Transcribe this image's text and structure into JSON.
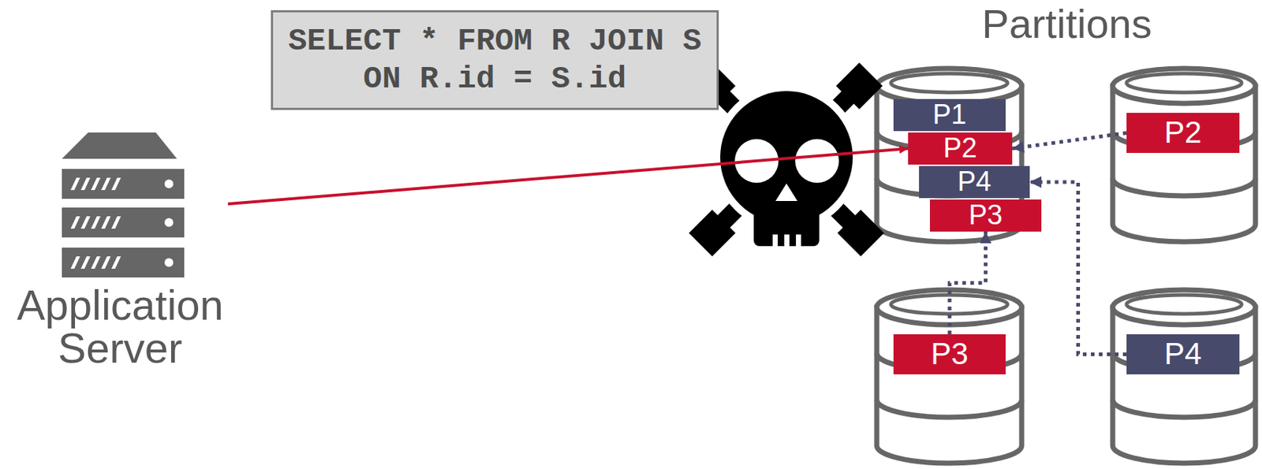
{
  "diagram": {
    "nodes": [
      {
        "text": [
          "Application Server"
        ]
      },
      {
        "text": [
          "SELECT * FROM R JOIN S ON R.id = S.id"
        ]
      },
      {
        "text": [
          "P1"
        ]
      },
      {
        "text": [
          "P2"
        ]
      },
      {
        "text": [
          "P4"
        ]
      },
      {
        "text": [
          "P3"
        ]
      },
      {
        "text": [
          "P2"
        ]
      },
      {
        "text": [
          "P3"
        ]
      },
      {
        "text": [
          "P4"
        ]
      }
    ],
    "edges": [
      {
        "from": 0,
        "to": 3,
        "arrow": "to"
      },
      {
        "from": 6,
        "to": 3,
        "arrow": "to"
      },
      {
        "from": 8,
        "to": 4,
        "arrow": "to"
      },
      {
        "from": 7,
        "to": 5,
        "arrow": "to"
      }
    ],
    "labels": [
      "Partitions"
    ]
  }
}
